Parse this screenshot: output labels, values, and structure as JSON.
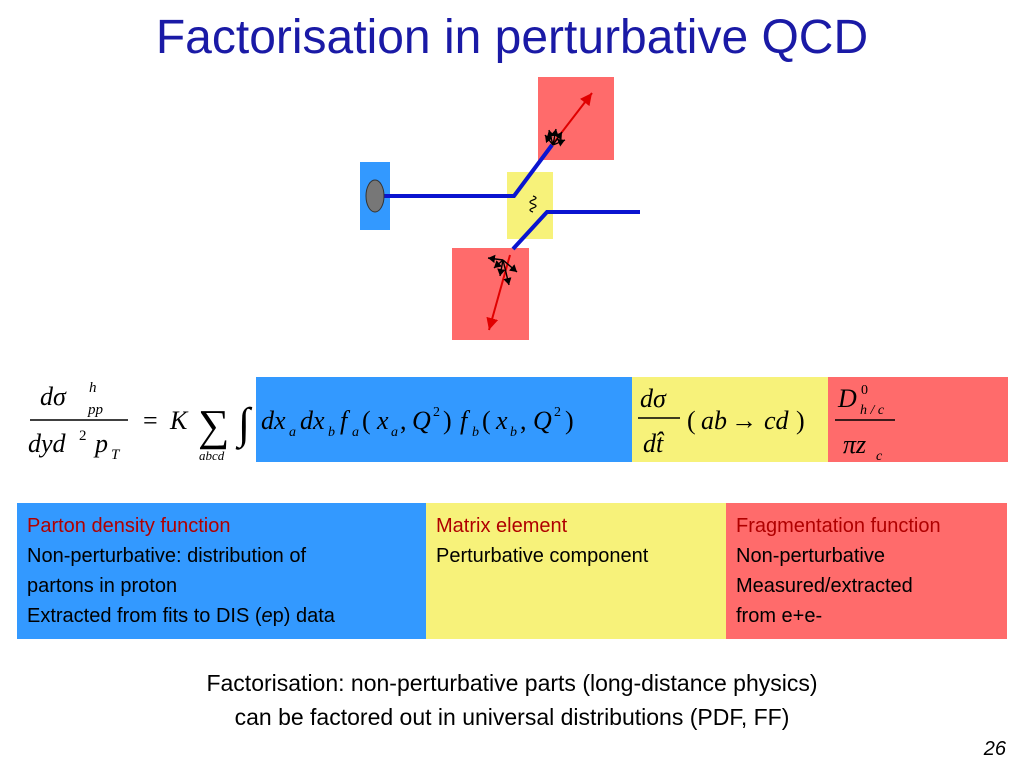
{
  "title": "Factorisation in perturbative QCD",
  "colors": {
    "title": "#1a1aa6",
    "blue_box": "#3399ff",
    "yellow_box": "#f7f27a",
    "red_box": "#ff6b6b",
    "heading_text": "#b00000",
    "parton_line": "#0a14d0",
    "fragment_arrow": "#e00000"
  },
  "panels": {
    "pdf": {
      "heading": "Parton density function",
      "line1": "Non-perturbative: distribution of",
      "line2": "partons in proton",
      "line3_pre": "Extracted from fits to DIS (",
      "line3_em": "e",
      "line3_post": "p) data"
    },
    "matrix": {
      "heading": "Matrix element",
      "line1": "Perturbative component"
    },
    "frag": {
      "heading": "Fragmentation function",
      "line1": "Non-perturbative",
      "line2": "Measured/extracted",
      "line3": "from e+e-"
    }
  },
  "footer": {
    "line1": "Factorisation: non-perturbative parts (long-distance physics)",
    "line2": "can be factored out in universal distributions (PDF, FF)"
  },
  "page_number": "26"
}
